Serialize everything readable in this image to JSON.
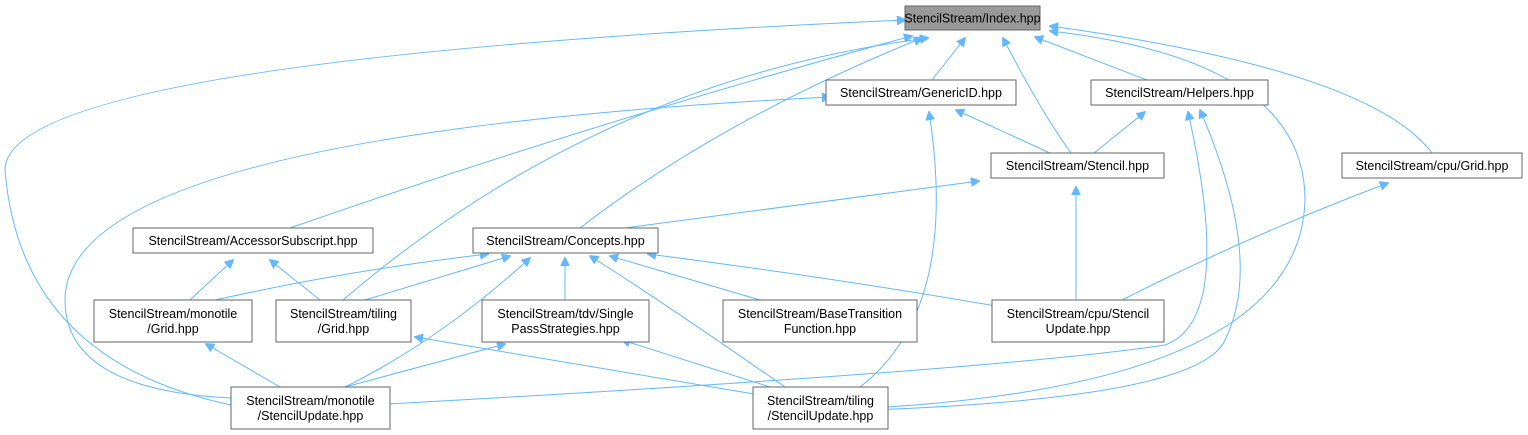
{
  "graph": {
    "edge_color": "#63b8ff",
    "node_border_color": "#666666",
    "root_fill_color": "#999999",
    "nodes": [
      {
        "id": "index",
        "lines": [
          "StencilStream/Index.hpp"
        ],
        "root": true
      },
      {
        "id": "genericid",
        "lines": [
          "StencilStream/GenericID.hpp"
        ]
      },
      {
        "id": "helpers",
        "lines": [
          "StencilStream/Helpers.hpp"
        ]
      },
      {
        "id": "stencil",
        "lines": [
          "StencilStream/Stencil.hpp"
        ]
      },
      {
        "id": "cpugrid",
        "lines": [
          "StencilStream/cpu/Grid.hpp"
        ]
      },
      {
        "id": "accessor",
        "lines": [
          "StencilStream/AccessorSubscript.hpp"
        ]
      },
      {
        "id": "concepts",
        "lines": [
          "StencilStream/Concepts.hpp"
        ]
      },
      {
        "id": "monogrid",
        "lines": [
          "StencilStream/monotile",
          "/Grid.hpp"
        ]
      },
      {
        "id": "tilinggrid",
        "lines": [
          "StencilStream/tiling",
          "/Grid.hpp"
        ]
      },
      {
        "id": "tdv",
        "lines": [
          "StencilStream/tdv/Single",
          "PassStrategies.hpp"
        ]
      },
      {
        "id": "basetrans",
        "lines": [
          "StencilStream/BaseTransition",
          "Function.hpp"
        ]
      },
      {
        "id": "cpuupdate",
        "lines": [
          "StencilStream/cpu/Stencil",
          "Update.hpp"
        ]
      },
      {
        "id": "monoupdate",
        "lines": [
          "StencilStream/monotile",
          "/StencilUpdate.hpp"
        ]
      },
      {
        "id": "tilingupdate",
        "lines": [
          "StencilStream/tiling",
          "/StencilUpdate.hpp"
        ]
      }
    ],
    "edges": [
      {
        "from": "genericid",
        "to": "index"
      },
      {
        "from": "helpers",
        "to": "index"
      },
      {
        "from": "stencil",
        "to": "index"
      },
      {
        "from": "cpugrid",
        "to": "index"
      },
      {
        "from": "accessor",
        "to": "index"
      },
      {
        "from": "concepts",
        "to": "index"
      },
      {
        "from": "tilinggrid",
        "to": "index"
      },
      {
        "from": "monoupdate",
        "to": "index"
      },
      {
        "from": "tilingupdate",
        "to": "index"
      },
      {
        "from": "stencil",
        "to": "genericid"
      },
      {
        "from": "stencil",
        "to": "helpers"
      },
      {
        "from": "concepts",
        "to": "stencil"
      },
      {
        "from": "cpuupdate",
        "to": "stencil"
      },
      {
        "from": "cpuupdate",
        "to": "cpugrid"
      },
      {
        "from": "monogrid",
        "to": "accessor"
      },
      {
        "from": "tilinggrid",
        "to": "accessor"
      },
      {
        "from": "monogrid",
        "to": "concepts"
      },
      {
        "from": "tilinggrid",
        "to": "concepts"
      },
      {
        "from": "tdv",
        "to": "concepts"
      },
      {
        "from": "basetrans",
        "to": "concepts"
      },
      {
        "from": "cpuupdate",
        "to": "concepts"
      },
      {
        "from": "monoupdate",
        "to": "concepts"
      },
      {
        "from": "tilingupdate",
        "to": "concepts"
      },
      {
        "from": "monoupdate",
        "to": "monogrid"
      },
      {
        "from": "tilingupdate",
        "to": "tilinggrid"
      },
      {
        "from": "monoupdate",
        "to": "tdv"
      },
      {
        "from": "tilingupdate",
        "to": "tdv"
      },
      {
        "from": "monoupdate",
        "to": "genericid"
      },
      {
        "from": "tilingupdate",
        "to": "genericid"
      },
      {
        "from": "monoupdate",
        "to": "helpers"
      },
      {
        "from": "tilingupdate",
        "to": "helpers"
      }
    ]
  }
}
